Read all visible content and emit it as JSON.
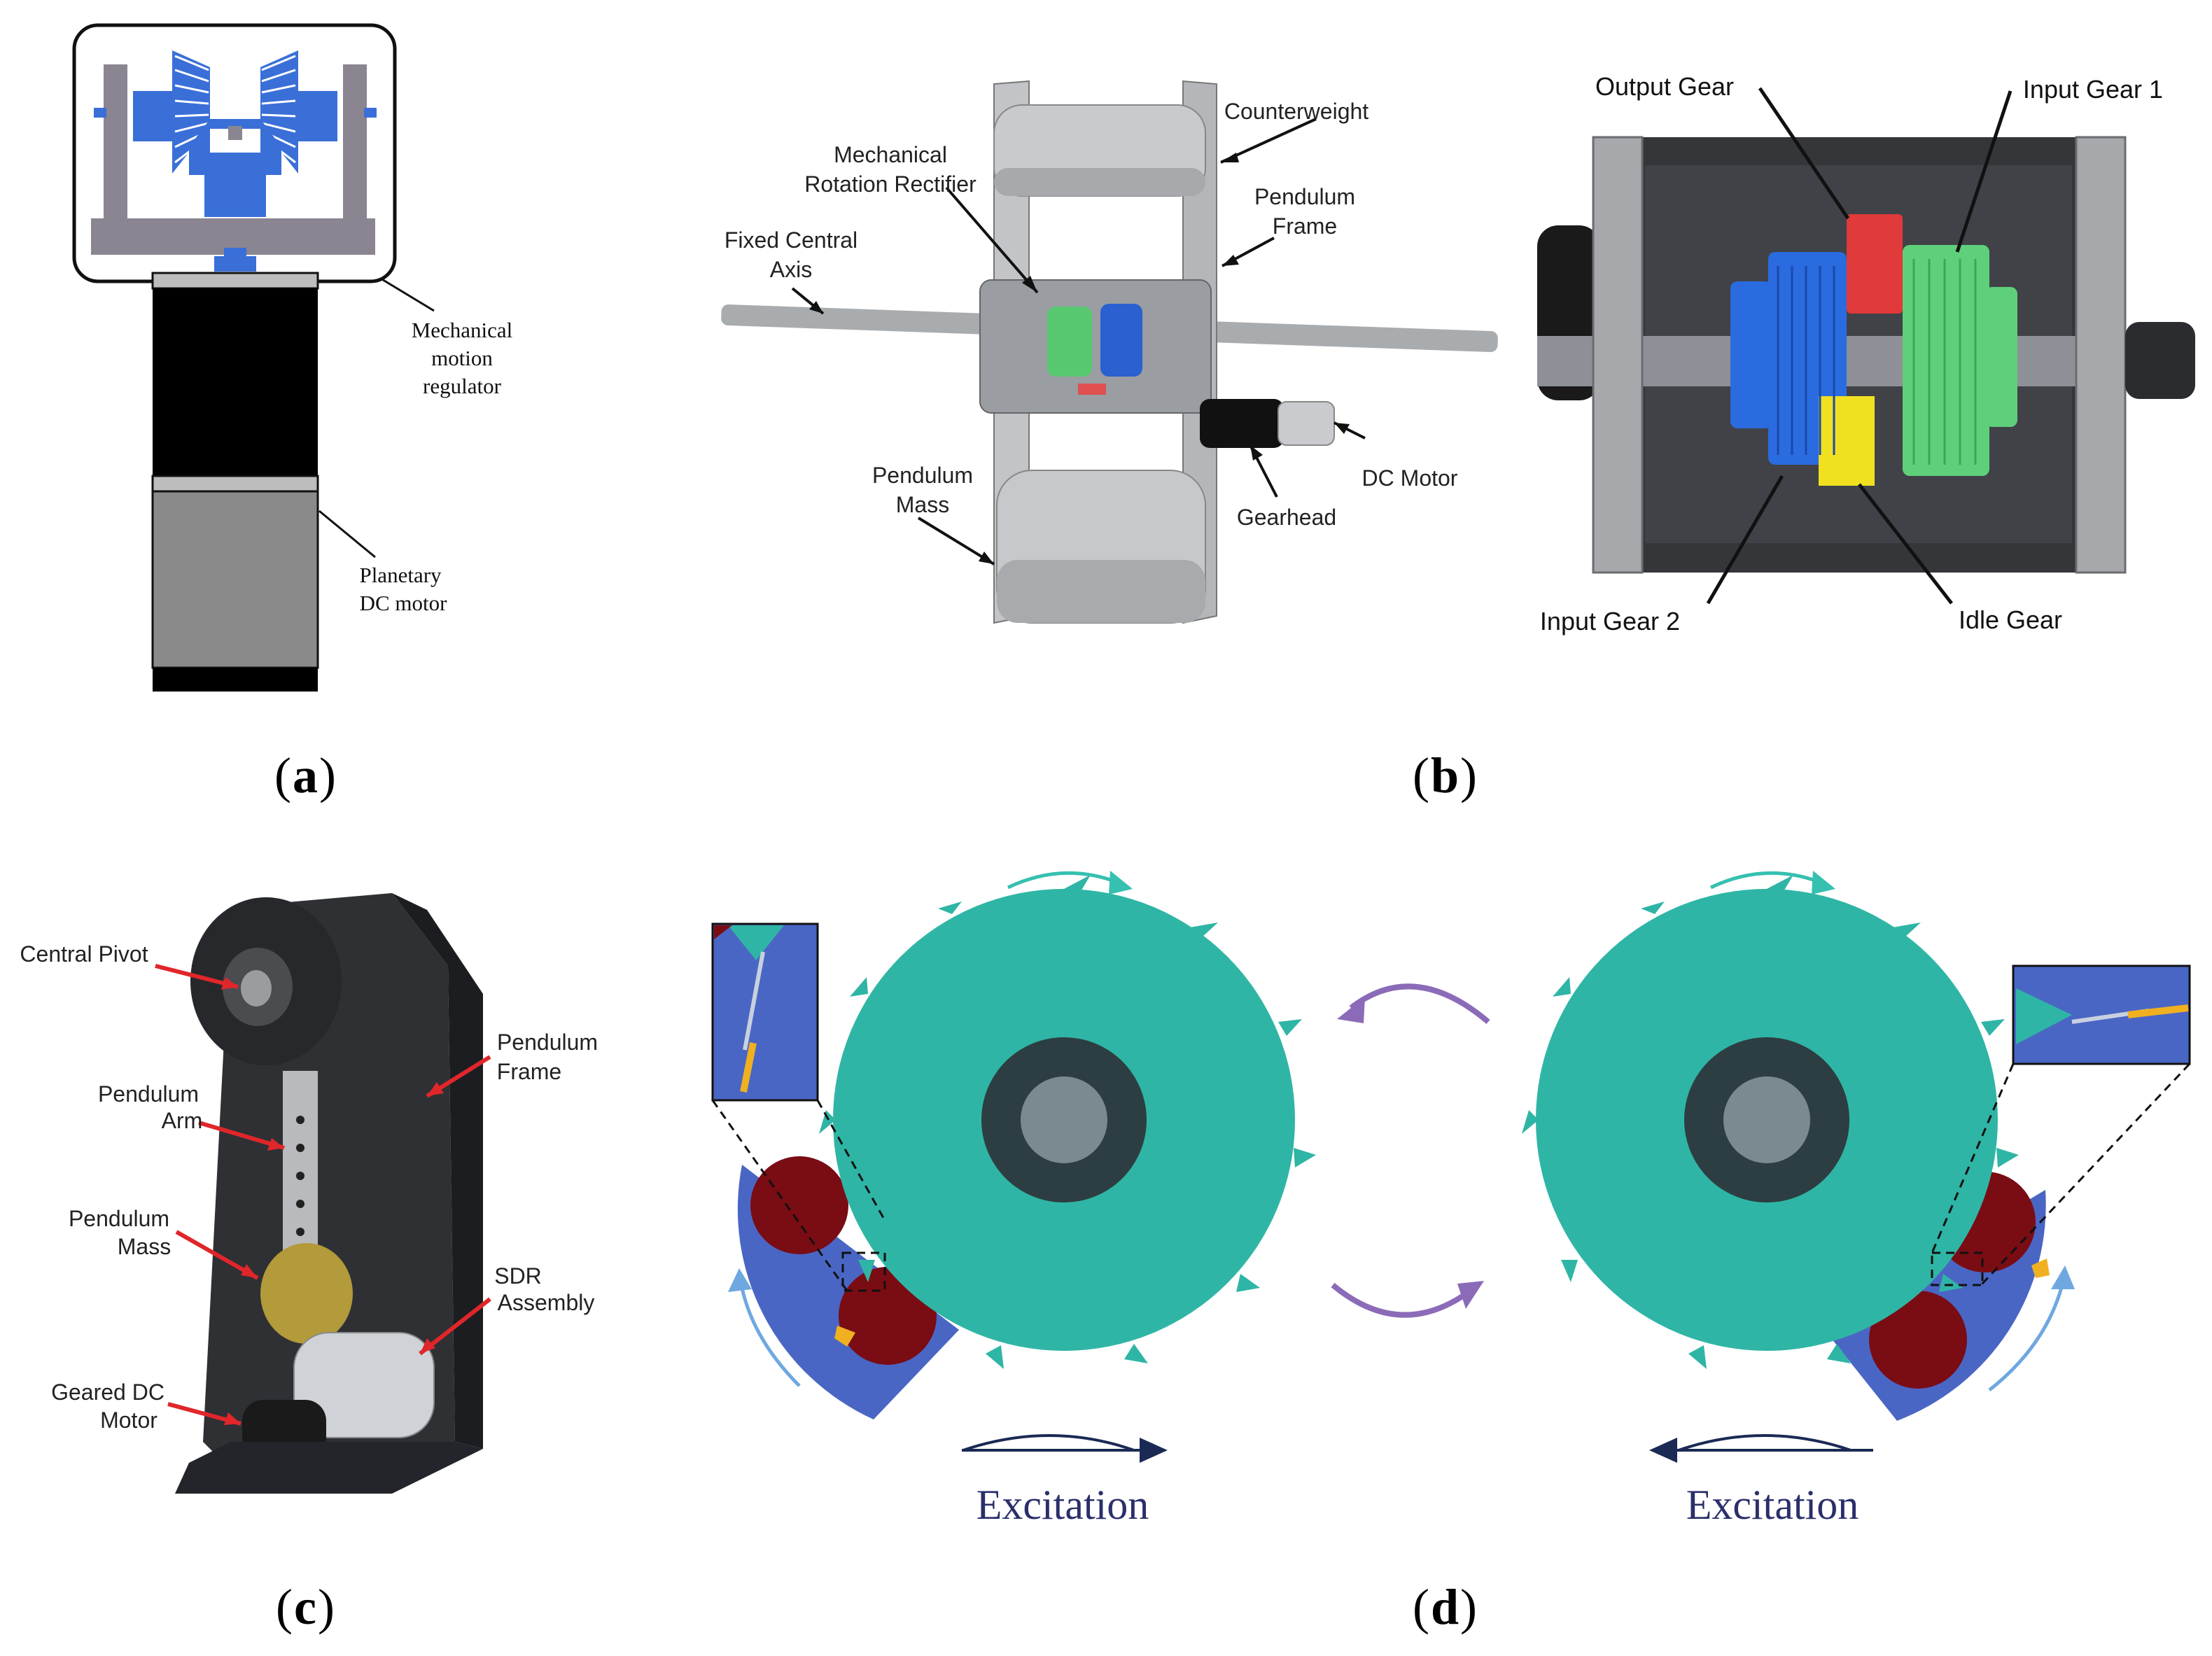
{
  "panels": {
    "a": {
      "caption_letter": "a",
      "labels": {
        "regulator": [
          "Mechanical",
          "motion",
          "regulator"
        ],
        "motor": [
          "Planetary",
          "DC motor"
        ]
      }
    },
    "b": {
      "caption_letter": "b",
      "labels": {
        "counterweight": "Counterweight",
        "rectifier": [
          "Mechanical",
          "Rotation Rectifier"
        ],
        "pendulum_frame": [
          "Pendulum",
          "Frame"
        ],
        "fixed_axis": [
          "Fixed Central",
          "Axis"
        ],
        "dc_motor": "DC Motor",
        "gearhead": "Gearhead",
        "pendulum_mass": [
          "Pendulum",
          "Mass"
        ],
        "output_gear": "Output Gear",
        "input_gear_1": "Input Gear 1",
        "input_gear_2": "Input Gear 2",
        "idle_gear": "Idle Gear"
      }
    },
    "c": {
      "caption_letter": "c",
      "labels": {
        "central_pivot": "Central Pivot",
        "pendulum_frame": [
          "Pendulum",
          "Frame"
        ],
        "pendulum_arm": [
          "Pendulum",
          "Arm"
        ],
        "pendulum_mass": [
          "Pendulum",
          "Mass"
        ],
        "sdr_assembly": [
          "SDR",
          "Assembly"
        ],
        "geared_dc_motor": [
          "Geared DC",
          "Motor"
        ]
      }
    },
    "d": {
      "caption_letter": "d",
      "labels": {
        "excitation_left": "Excitation",
        "excitation_right": "Excitation"
      }
    }
  },
  "colors": {
    "blue_part": "#3a6fd8",
    "grey_frame": "#8a8590",
    "ratchet_teal": "#2fb5a5",
    "hub_dark": "#2d3e42",
    "hub_light": "#7b8a90",
    "pawl_blue": "#4a66c4",
    "mass_red": "#7a0c14",
    "arrow_teal": "#35c0b0",
    "arrow_purple": "#8b6bb8",
    "arrow_navy": "#1a2a55",
    "label_red": "#e0262a",
    "gear_blue": "#2a6be0",
    "gear_green": "#5fd07a",
    "gear_red": "#e03a3a",
    "gear_yellow": "#f0e020"
  }
}
